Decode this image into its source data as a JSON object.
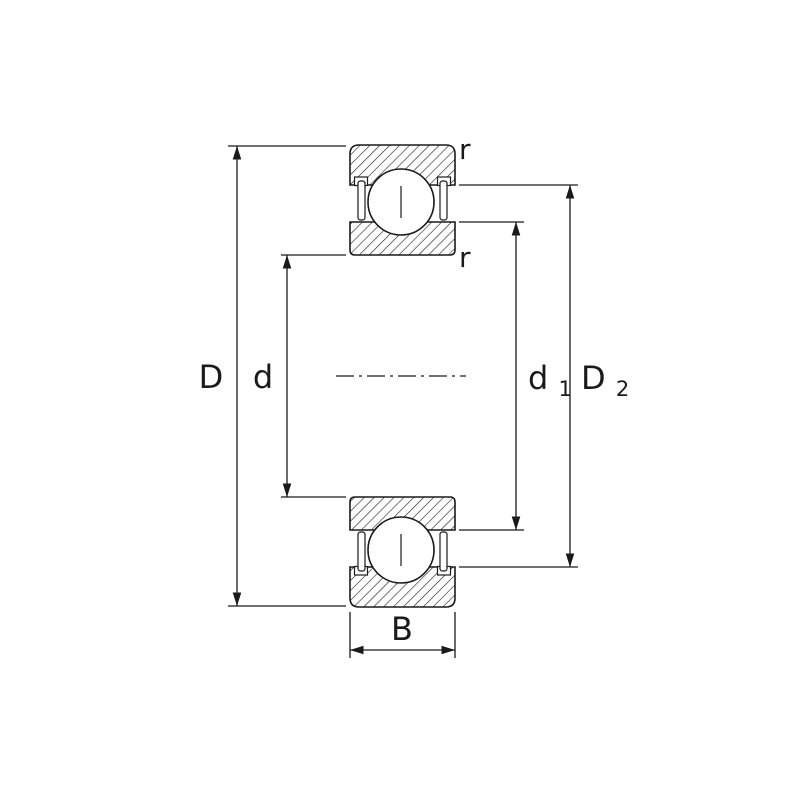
{
  "diagram": {
    "kind": "deep-groove-ball-bearing-cross-section",
    "labels": {
      "outside_diameter": "D",
      "bore_diameter": "d",
      "recess_diameter_inner": {
        "base": "d",
        "sub": "1"
      },
      "recess_diameter_outer": {
        "base": "D",
        "sub": "2"
      },
      "width": "B",
      "fillet_radius_outer": "r",
      "fillet_radius_inner": "r"
    },
    "colors": {
      "line": "#1a1a1a",
      "background": "#ffffff"
    }
  }
}
